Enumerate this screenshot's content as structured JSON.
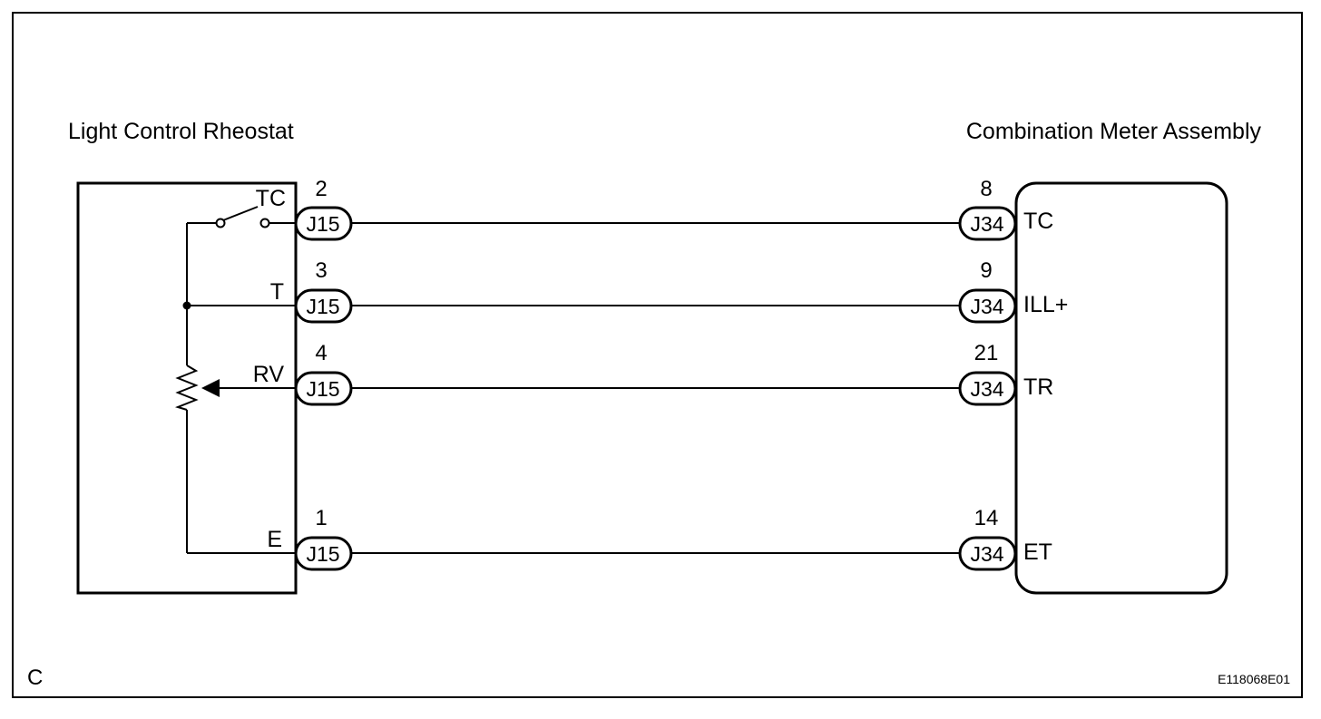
{
  "left_component": {
    "title": "Light Control Rheostat",
    "connector": "J15",
    "terminals": [
      {
        "name": "TC",
        "pin": "2"
      },
      {
        "name": "T",
        "pin": "3"
      },
      {
        "name": "RV",
        "pin": "4"
      },
      {
        "name": "E",
        "pin": "1"
      }
    ]
  },
  "right_component": {
    "title": "Combination Meter Assembly",
    "connector": "J34",
    "terminals": [
      {
        "name": "TC",
        "pin": "8"
      },
      {
        "name": "ILL+",
        "pin": "9"
      },
      {
        "name": "TR",
        "pin": "21"
      },
      {
        "name": "ET",
        "pin": "14"
      }
    ]
  },
  "corner_label": "C",
  "figure_code": "E118068E01"
}
